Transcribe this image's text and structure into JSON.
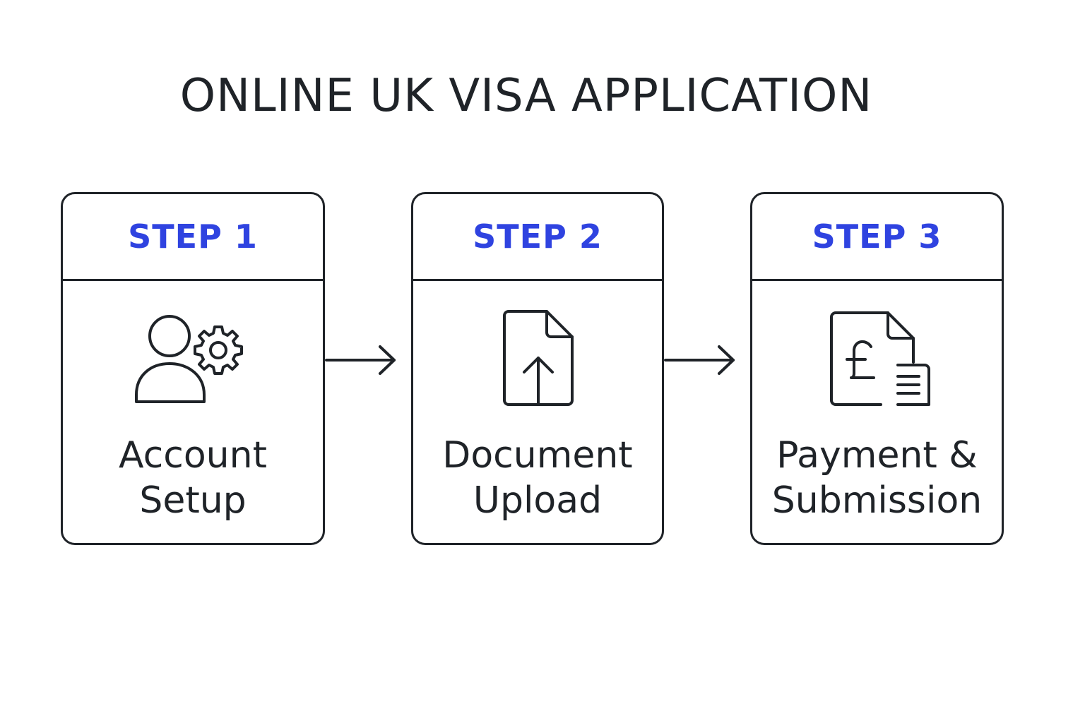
{
  "title": "ONLINE UK VISA APPLICATION",
  "accent_color": "#2f43e0",
  "steps": [
    {
      "step": "STEP 1",
      "icon": "user-gear-icon",
      "label_line1": "Account",
      "label_line2": "Setup"
    },
    {
      "step": "STEP 2",
      "icon": "document-upload-icon",
      "label_line1": "Document",
      "label_line2": "Upload"
    },
    {
      "step": "STEP 3",
      "icon": "payment-invoice-icon",
      "label_line1": "Payment &",
      "label_line2": "Submission"
    }
  ]
}
